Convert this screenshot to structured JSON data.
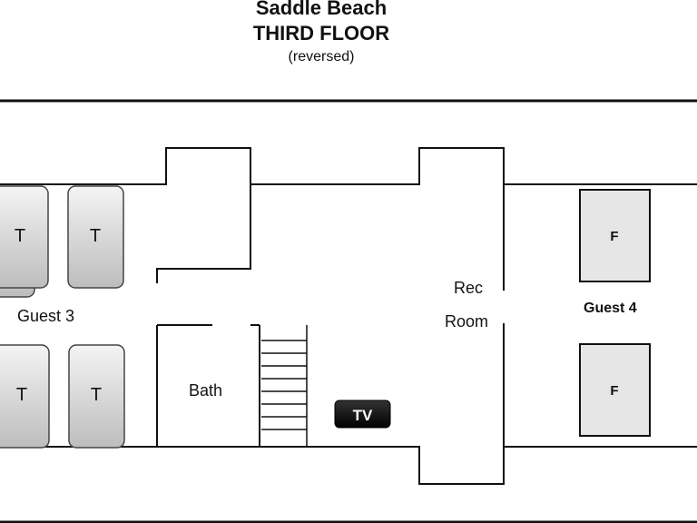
{
  "header": {
    "title": "Saddle Beach",
    "subtitle": "THIRD FLOOR",
    "note": "(reversed)"
  },
  "rooms": {
    "guest3": "Guest 3",
    "guest4": "Guest 4",
    "bath": "Bath",
    "rec_line1": "Rec",
    "rec_line2": "Room"
  },
  "furniture": {
    "twin": "T",
    "full": "F",
    "tv": "TV"
  },
  "colors": {
    "wall": "#111111",
    "bed_gray": "#d9d9d9",
    "tv_black": "#000000"
  }
}
